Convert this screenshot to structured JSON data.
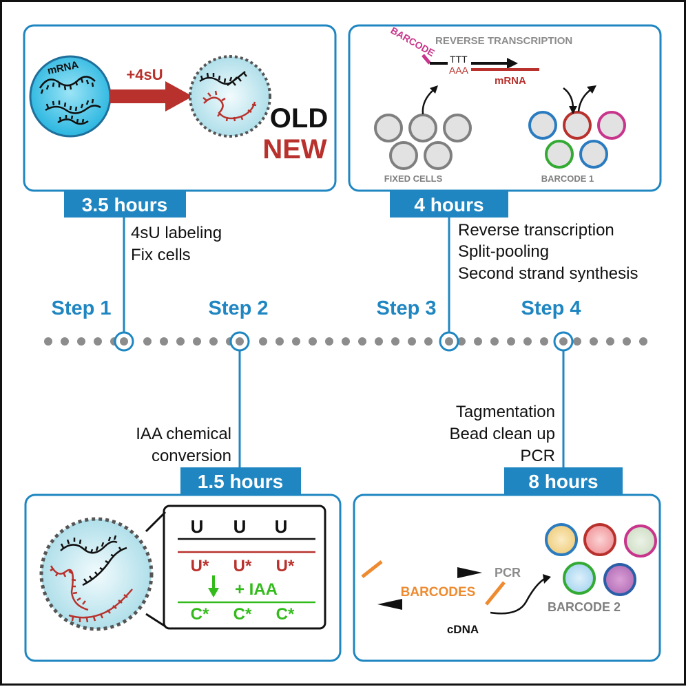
{
  "steps": [
    {
      "label": "Step 1",
      "duration": "3.5 hours",
      "tasks": [
        "4sU labeling",
        "Fix cells"
      ]
    },
    {
      "label": "Step 2",
      "duration": "1.5 hours",
      "tasks": [
        "IAA chemical",
        "conversion"
      ]
    },
    {
      "label": "Step 3",
      "duration": "4 hours",
      "tasks": [
        "Reverse transcription",
        "Split-pooling",
        "Second strand synthesis"
      ]
    },
    {
      "label": "Step 4",
      "duration": "8 hours",
      "tasks": [
        "Tagmentation",
        "Bead clean up",
        "PCR"
      ]
    }
  ],
  "panel1": {
    "mrna_label": "mRNA",
    "arrow_label": "+4sU",
    "old_label": "OLD",
    "new_label": "NEW"
  },
  "panel2": {
    "u_label": "U",
    "u_star_label": "U*",
    "iaa_label": "+ IAA",
    "c_star_label": "C*"
  },
  "panel3": {
    "title": "REVERSE TRANSCRIPTION",
    "barcode_label": "BARCODE",
    "ttt_label": "TTT",
    "aaa_label": "AAA",
    "mrna_label": "mRNA",
    "fixed_cells_label": "FIXED CELLS",
    "barcode1_label": "BARCODE 1"
  },
  "panel4": {
    "pcr_label": "PCR",
    "barcodes_label": "BARCODES",
    "cdna_label": "cDNA",
    "barcode2_label": "BARCODE 2"
  },
  "colors": {
    "blue": "#1f86c1",
    "red": "#b8312c",
    "green": "#33bb1c",
    "orange": "#ee8a2f",
    "magenta": "#c8358c",
    "gray": "#8c8c8c"
  }
}
